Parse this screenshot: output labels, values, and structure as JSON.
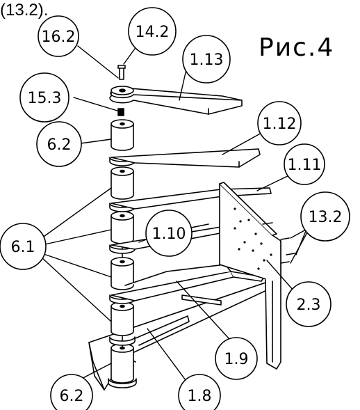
{
  "top_note": "(13.2).",
  "figure_title": "Рис.4",
  "callouts": {
    "c16_2": "16.2",
    "c14_2": "14.2",
    "c1_13": "1.13",
    "c15_3": "15.3",
    "c6_2_top": "6.2",
    "c1_12": "1.12",
    "c1_11": "1.11",
    "c13_2": "13.2",
    "c1_10": "1.10",
    "c6_1": "6.1",
    "c2_3": "2.3",
    "c1_9": "1.9",
    "c1_8": "1.8",
    "c6_2_bottom": "6.2"
  }
}
